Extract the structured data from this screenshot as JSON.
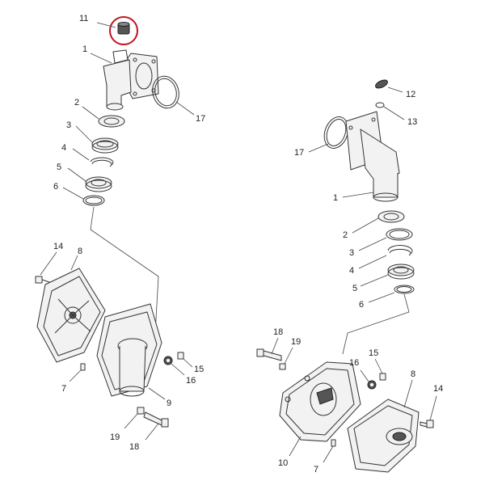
{
  "callouts": {
    "left_11": "11",
    "left_1": "1",
    "left_17": "17",
    "left_2": "2",
    "left_3": "3",
    "left_4": "4",
    "left_5": "5",
    "left_6": "6",
    "left_14": "14",
    "left_8": "8",
    "left_15": "15",
    "left_16": "16",
    "left_7": "7",
    "left_9": "9",
    "left_19": "19",
    "left_18": "18",
    "right_12": "12",
    "right_13": "13",
    "right_17": "17",
    "right_1": "1",
    "right_2": "2",
    "right_3": "3",
    "right_4": "4",
    "right_5": "5",
    "right_6": "6",
    "right_18": "18",
    "right_19": "19",
    "right_16": "16",
    "right_15": "15",
    "right_8": "8",
    "right_14": "14",
    "right_10": "10",
    "right_7": "7"
  },
  "highlight": {
    "part": "11",
    "color": "#c0141c"
  }
}
